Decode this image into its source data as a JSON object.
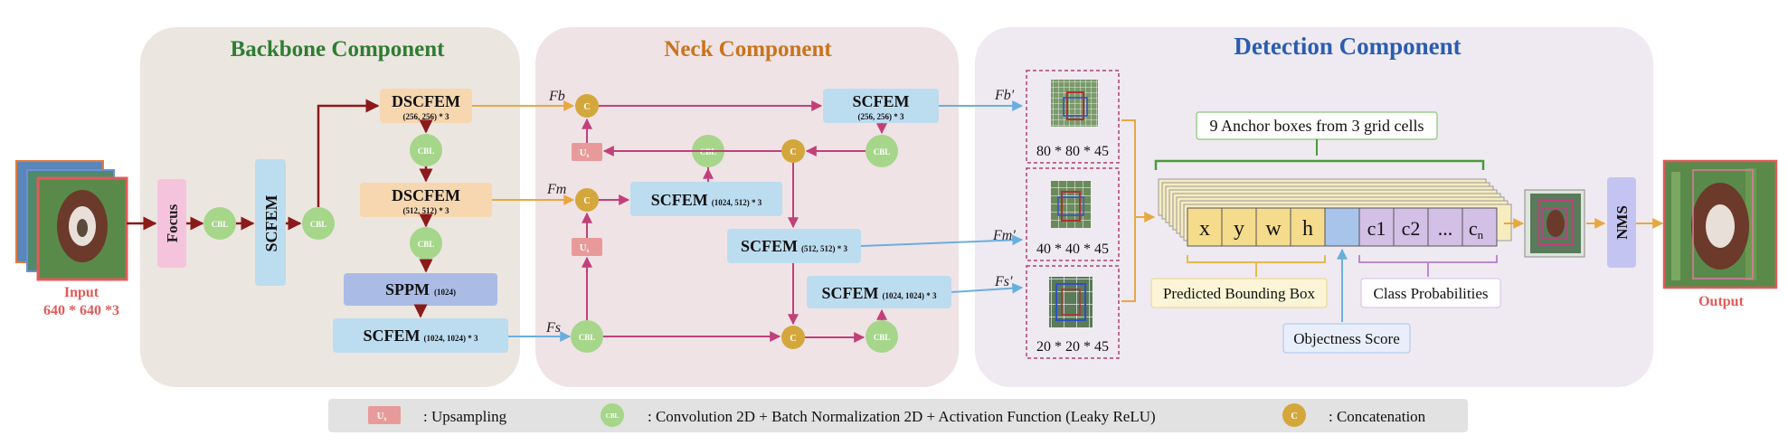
{
  "sections": {
    "backbone": {
      "title": "Backbone Component"
    },
    "neck": {
      "title": "Neck Component"
    },
    "detection": {
      "title": "Detection Component"
    }
  },
  "input": {
    "label": "Input",
    "size": "640 * 640 *3"
  },
  "output": {
    "label": "Output"
  },
  "backbone": {
    "focus": "Focus",
    "scfem_vertical": "SCFEM",
    "cbl": "CBL",
    "dscfem1": {
      "name": "DSCFEM",
      "sub": "(256, 256) * 3"
    },
    "dscfem2": {
      "name": "DSCFEM",
      "sub": "(512, 512) * 3"
    },
    "sppm": {
      "name": "SPPM",
      "sub": "(1024)"
    },
    "scfem": {
      "name": "SCFEM",
      "sub": "(1024, 1024) * 3"
    }
  },
  "neck": {
    "fb": "Fb",
    "fm": "Fm",
    "fs": "Fs",
    "upsample": "U",
    "upsample_sub": "s",
    "concat": "C",
    "scfem_top": {
      "name": "SCFEM",
      "sub": "(256, 256) * 3"
    },
    "scfem_mid_left": {
      "name": "SCFEM",
      "sub": "(1024, 512) * 3"
    },
    "scfem_mid_right": {
      "name": "SCFEM",
      "sub": "(512, 512) * 3"
    },
    "scfem_bottom": {
      "name": "SCFEM",
      "sub": "(1024, 1024) * 3"
    }
  },
  "detection": {
    "fb_prime": "Fb′",
    "fm_prime": "Fm′",
    "fs_prime": "Fs′",
    "grid1": "80 * 80 * 45",
    "grid2": "40 * 40 * 45",
    "grid3": "20 * 20 * 45",
    "anchor_label": "9 Anchor boxes from 3 grid cells",
    "cells": [
      "x",
      "y",
      "w",
      "h",
      "c1",
      "c2",
      "...",
      "c"
    ],
    "cell_n_sub": "n",
    "bbox_label": "Predicted Bounding Box",
    "class_label": "Class Probabilities",
    "objectness_label": "Objectness Score",
    "nms": "NMS"
  },
  "legend": {
    "upsampling": ": Upsampling",
    "cbl": ": Convolution 2D + Batch Normalization 2D + Activation Function (Leaky ReLU)",
    "concat": ": Concatenation"
  },
  "colors": {
    "backbone_title": "#2e7d32",
    "neck_title": "#c8741c",
    "detection_title": "#2a5db0",
    "input_label": "#e05a5a",
    "cbl_green": "#a5d68a",
    "concat_gold": "#d4a73c",
    "upsample_red": "#e89a9a",
    "scfem_blue": "#bcdcef",
    "dscfem_orange": "#f6d7b0",
    "sppm_blue": "#aabce6",
    "focus_pink": "#f6c3dc",
    "nms_lavender": "#c4c4f2",
    "arrow_dark": "#8b1a1a",
    "arrow_pink": "#c2407a",
    "arrow_orange": "#e8a840",
    "arrow_blue": "#6aaee0"
  }
}
